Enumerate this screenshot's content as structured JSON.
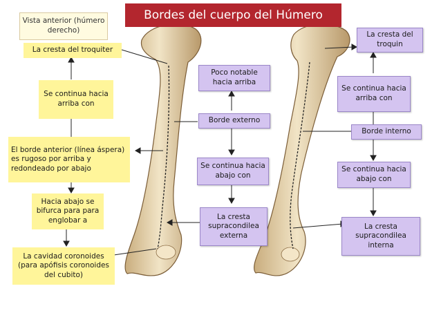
{
  "title": "Bordes del cuerpo del Húmero",
  "note": "Vista anterior (húmero derecho)",
  "left_column": {
    "troquiter": "La cresta del troquiter",
    "continua_arriba": "Se continua hacia arriba con",
    "borde_anterior": "El borde anterior (línea áspera) es rugoso por arriba y redondeado por abajo",
    "bifurca": "Hacia abajo se bifurca para para englobar a",
    "coronoides": "La cavidad coronoides (para apófisis coronoides del cubito)"
  },
  "middle_column": {
    "poco_notable": "Poco notable hacia arriba",
    "borde_externo": "Borde externo",
    "continua_abajo": "Se continua hacia abajo con",
    "cresta_externa": "La cresta supracondilea externa"
  },
  "right_column": {
    "cresta_troquin": "La cresta del troquin",
    "continua_arriba": "Se continua hacia arriba con",
    "borde_interno": "Borde interno",
    "continua_abajo": "Se continua hacia abajo con",
    "cresta_interna": "La cresta supracondilea interna"
  },
  "colors": {
    "title_bg": "#b3262e",
    "yellow_box": "#fff59a",
    "purple_box": "#d4c4f0",
    "bone": "#e8d7b0"
  }
}
